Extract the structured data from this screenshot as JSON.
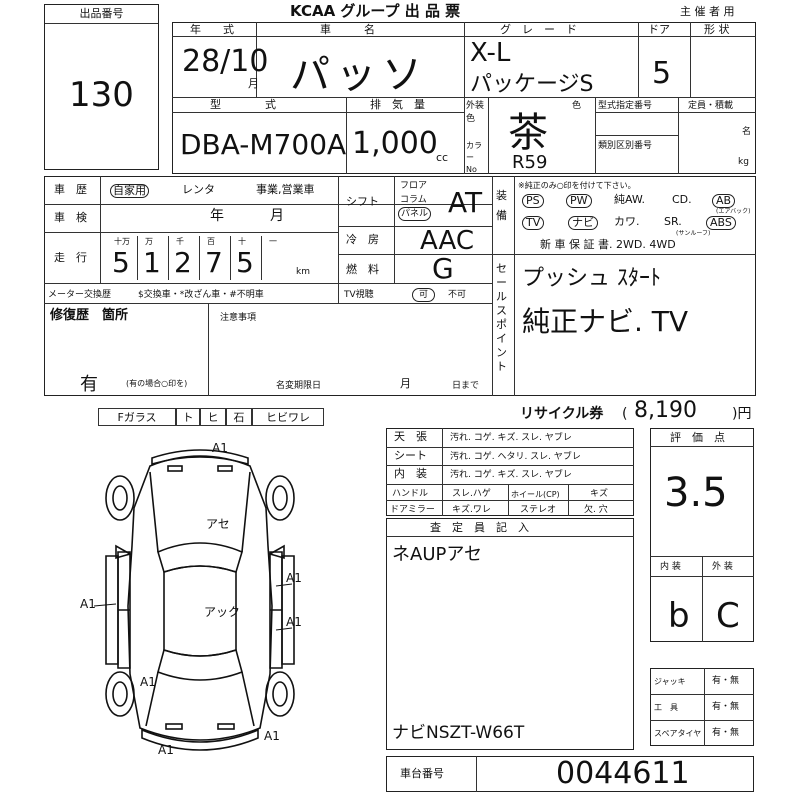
{
  "header": {
    "lot_no_label": "出品番号",
    "lot_no": "130",
    "title": "KCAA グループ 出 品 票",
    "organizer_use": "主 催 者 用"
  },
  "row1": {
    "year_label": "年　　式",
    "year_value": "28/10",
    "month_unit": "月",
    "name_label": "車　　　名",
    "name_value": "パッソ",
    "grade_label": "グ　レ　ー　ド",
    "grade_value_1": "X-L",
    "grade_value_2": "パッケージS",
    "door_label": "ドア",
    "door_value": "5",
    "shape_label": "形 状"
  },
  "row2": {
    "model_label": "型　　　　式",
    "model_value": "DBA-M700A",
    "disp_label": "排　気　量",
    "disp_value": "1,000",
    "disp_unit": "cc",
    "color_label": "外装色",
    "color_code_label": "カラー No",
    "color_field": "色",
    "color_value": "茶",
    "color_code": "R59",
    "type_no_label": "型式指定番号",
    "class_no_label": "類別区別番号",
    "capacity_label": "定員・積載",
    "capacity_unit1": "名",
    "capacity_unit2": "kg"
  },
  "row3": {
    "history_label": "車　歴",
    "history_opts": [
      "自家用",
      "レンタ",
      "事業,営業車"
    ],
    "shaken_label": "車　検",
    "shaken_year": "年",
    "shaken_month": "月",
    "mileage_label": "走　行",
    "mileage_units": [
      "十万",
      "万",
      "千",
      "百",
      "十",
      "一"
    ],
    "mileage_digits": [
      "5",
      "1",
      "2",
      "7",
      "5"
    ],
    "km": "km",
    "meter_label": "メーター交換歴",
    "meter_opts": "$交換車・*改ざん車・#不明車",
    "shift_label": "シフト",
    "shift_opts": [
      "フロア",
      "コラム",
      "パネル"
    ],
    "shift_value": "AT",
    "aircon_label": "冷　房",
    "aircon_value": "AAC",
    "fuel_label": "燃　料",
    "fuel_value": "G",
    "tv_label": "TV視聴",
    "tv_yes": "可",
    "tv_no": "不可",
    "equip_label": "装備",
    "equip_note": "※純正のみ○印を付けて下さい。",
    "equip_row1": [
      "PS",
      "PW",
      "純AW.",
      "CD.",
      "AB"
    ],
    "equip_ab_note": "(エアバック)",
    "equip_row2": [
      "TV",
      "ナビ",
      "カワ.",
      "SR.",
      "ABS"
    ],
    "equip_sr_note": "(サンルーフ)",
    "equip_row3": "新 車 保 証 書.  2WD.  4WD",
    "sales_label": "セールスポイント",
    "sales_line1": "プッシュ ｽﾀｰﾄ",
    "sales_line2": "純正ナビ. TV"
  },
  "repair": {
    "label": "修復歴　箇所",
    "value": "有",
    "note": "(有の場合○印を)",
    "notes_label": "注意事項",
    "transfer_label": "名変期限日",
    "month": "月",
    "day": "日まで"
  },
  "glass": {
    "items": [
      "Fガラス",
      "ト",
      "ヒ",
      "石",
      "ヒビワレ"
    ]
  },
  "diagram_marks": {
    "a1_top": "A1",
    "roof": "アセ",
    "body": "アック",
    "a_left": "A1",
    "a_right1": "A1",
    "a_right2": "A1",
    "a_bottom_left": "A1",
    "a_bottom_right": "A1",
    "a_rear": "A1"
  },
  "recycle": {
    "label": "リサイクル券",
    "paren_open": "(",
    "value": "8,190",
    "paren_close": ")円"
  },
  "interior_table": {
    "rows": [
      {
        "label": "天　張",
        "opts": "汚れ. コゲ. キズ. スレ. ヤブレ"
      },
      {
        "label": "シート",
        "opts": "汚れ. コゲ. ヘタリ. スレ. ヤブレ"
      },
      {
        "label": "内　装",
        "opts": "汚れ. コゲ. キズ. スレ. ヤブレ"
      }
    ],
    "handle_label": "ハンドル",
    "handle_opts": "スレ.ハゲ",
    "wheel_label": "ホイール(CP)",
    "wheel_opts": "キズ",
    "mirror_label": "ドアミラー",
    "mirror_opts": "キズ.ワレ",
    "stereo_label": "ステレオ",
    "stereo_opts": "欠. 穴"
  },
  "inspector": {
    "label": "査　定　員　記　入",
    "line1": "ネAUPアセ",
    "line2": "ナビNSZT-W66T"
  },
  "score": {
    "label": "評　価　点",
    "value": "3.5",
    "interior_label": "内 装",
    "exterior_label": "外 装",
    "interior_value": "b",
    "exterior_value": "C"
  },
  "tools": [
    {
      "label": "ジャッキ",
      "value": "有・無"
    },
    {
      "label": "工　具",
      "value": "有・無"
    },
    {
      "label": "スペアタイヤ",
      "value": "有・無"
    }
  ],
  "chassis": {
    "label": "車台番号",
    "value": "0044611"
  }
}
